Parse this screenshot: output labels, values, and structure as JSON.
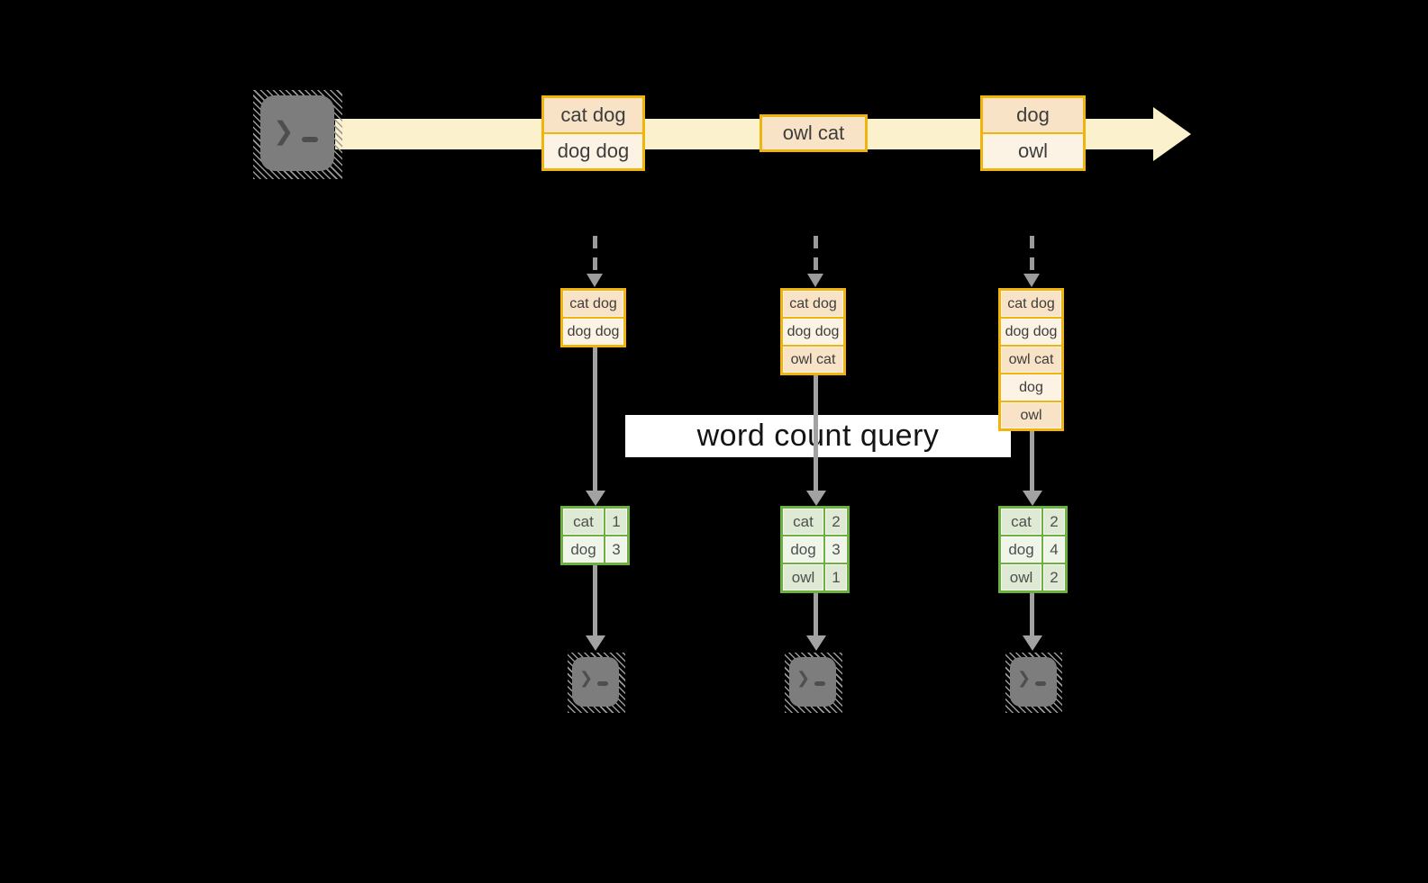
{
  "colors": {
    "background": "#000000",
    "stream_band": "#fcf1cd",
    "event_border": "#f0b40d",
    "event_fill_peach": "#f9e3c7",
    "event_fill_cream": "#fdf3e4",
    "table_border": "#6cb03e",
    "table_fill_light": "#deead3",
    "table_fill_lighter": "#f0f5ea",
    "arrow_gray": "#a2a2a2",
    "terminal_gray": "#7d7d7d",
    "query_band_bg": "#ffffff",
    "query_text": "#141414"
  },
  "source": {
    "icon": "terminal-prompt-icon"
  },
  "stream": {
    "event_boxes": [
      {
        "rows": [
          "cat dog",
          "dog dog"
        ]
      },
      {
        "rows": [
          "owl cat"
        ]
      },
      {
        "rows": [
          "dog",
          "owl"
        ]
      }
    ]
  },
  "query_label": {
    "text": "word count query"
  },
  "pipelines": [
    {
      "buffer_rows": [
        "cat dog",
        "dog dog"
      ],
      "counts": [
        {
          "word": "cat",
          "count": "1"
        },
        {
          "word": "dog",
          "count": "3"
        }
      ],
      "sink_icon": "terminal-prompt-icon"
    },
    {
      "buffer_rows": [
        "cat dog",
        "dog dog",
        "owl cat"
      ],
      "counts": [
        {
          "word": "cat",
          "count": "2"
        },
        {
          "word": "dog",
          "count": "3"
        },
        {
          "word": "owl",
          "count": "1"
        }
      ],
      "sink_icon": "terminal-prompt-icon"
    },
    {
      "buffer_rows": [
        "cat dog",
        "dog dog",
        "owl cat",
        "dog",
        "owl"
      ],
      "counts": [
        {
          "word": "cat",
          "count": "2"
        },
        {
          "word": "dog",
          "count": "4"
        },
        {
          "word": "owl",
          "count": "2"
        }
      ],
      "sink_icon": "terminal-prompt-icon"
    }
  ]
}
